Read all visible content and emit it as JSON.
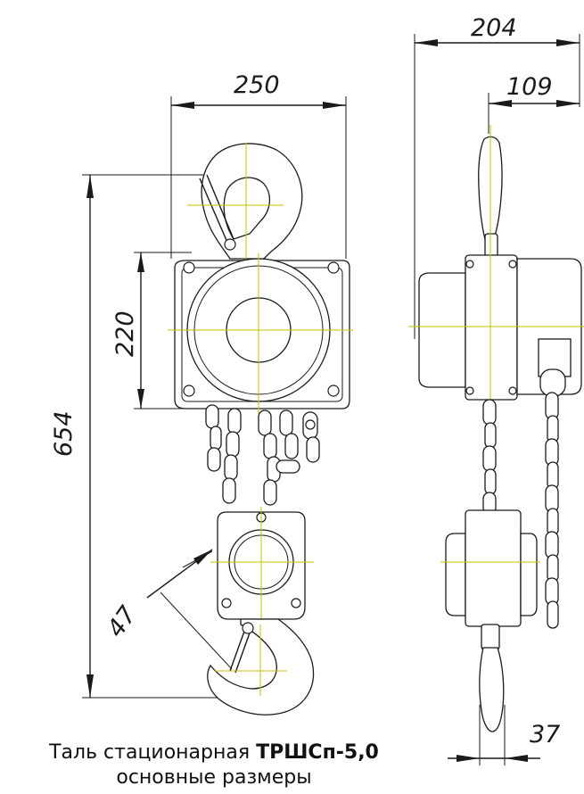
{
  "dimensions": {
    "width_front": "250",
    "height_total": "654",
    "body_height": "220",
    "hook_opening": "47",
    "width_side": "204",
    "offset_side": "109",
    "chain_offset": "37"
  },
  "caption": {
    "prefix": "Таль стационарная ",
    "model": "ТРШСп-5,0",
    "subtitle": "основные размеры"
  }
}
